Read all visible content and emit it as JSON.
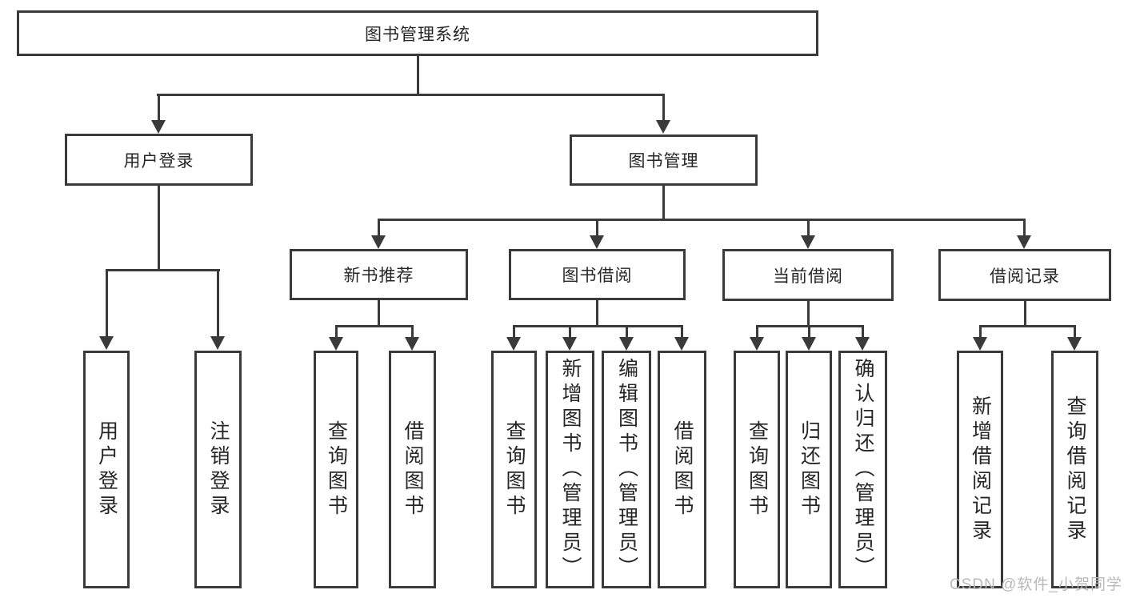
{
  "diagram": {
    "type": "tree",
    "root": {
      "label": "图书管理系统",
      "children": [
        {
          "label": "用户登录",
          "children": [
            {
              "label": "用户登录"
            },
            {
              "label": "注销登录"
            }
          ]
        },
        {
          "label": "图书管理",
          "children": [
            {
              "label": "新书推荐",
              "children": [
                {
                  "label": "查询图书"
                },
                {
                  "label": "借阅图书"
                }
              ]
            },
            {
              "label": "图书借阅",
              "children": [
                {
                  "label": "查询图书"
                },
                {
                  "label": "新增图书（管理员）"
                },
                {
                  "label": "编辑图书（管理员）"
                },
                {
                  "label": "借阅图书"
                }
              ]
            },
            {
              "label": "当前借阅",
              "children": [
                {
                  "label": "查询图书"
                },
                {
                  "label": "归还图书"
                },
                {
                  "label": "确认归还（管理员）"
                }
              ]
            },
            {
              "label": "借阅记录",
              "children": [
                {
                  "label": "新增借阅记录"
                },
                {
                  "label": "查询借阅记录"
                }
              ]
            }
          ]
        }
      ]
    }
  },
  "watermark": {
    "text": "CSDN @软件_小贺同学"
  },
  "colors": {
    "line": "#3a3a3a",
    "text": "#262626",
    "background": "#ffffff",
    "watermark": "#b9b9b9"
  }
}
